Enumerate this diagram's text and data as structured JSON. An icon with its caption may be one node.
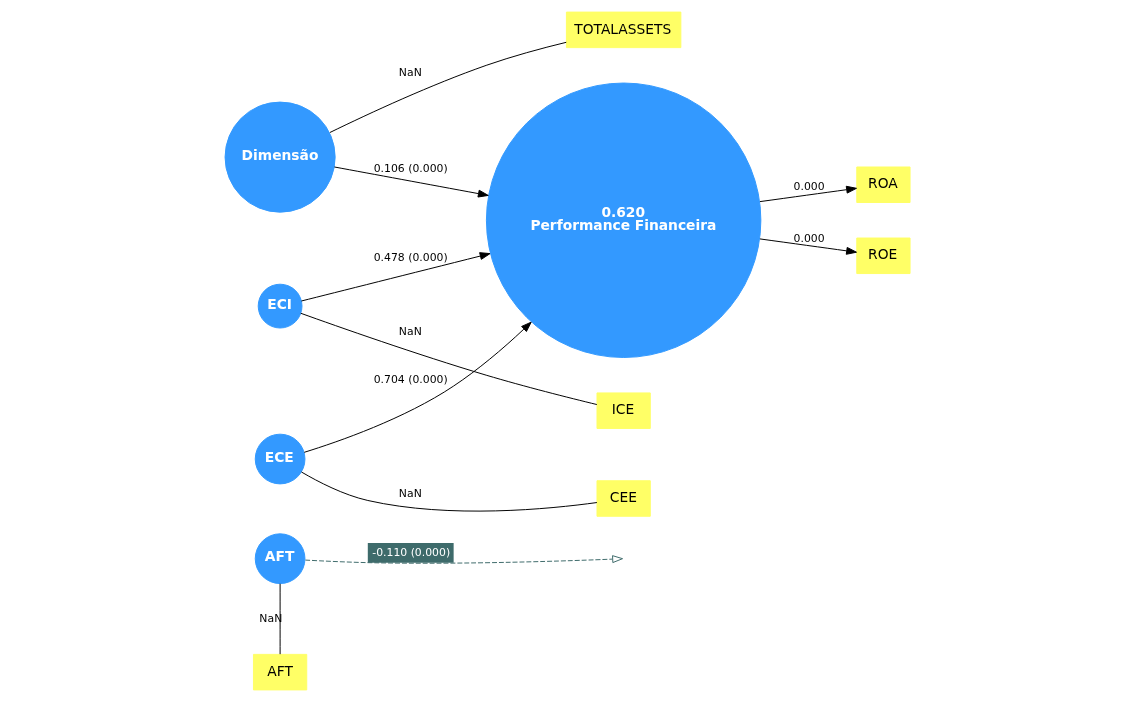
{
  "diagram": {
    "nodes": [
      {
        "text": [
          "AFT"
        ]
      },
      {
        "text": [
          "AFT"
        ]
      },
      {
        "text": [
          "Dimensão"
        ]
      },
      {
        "text": [
          "TOTALASSETS"
        ]
      },
      {
        "text": [
          "ROA"
        ]
      },
      {
        "text": [
          "ICE"
        ]
      },
      {
        "text": [
          "ECI"
        ]
      },
      {
        "text": [
          "0.620",
          "Performance Financeira"
        ]
      },
      {
        "text": [
          "ROE"
        ]
      },
      {
        "text": [
          "CEE"
        ]
      },
      {
        "text": [
          "ECE"
        ]
      }
    ],
    "edges": [
      {
        "from": 1,
        "to": 0,
        "arrow": "none",
        "label": "NaN"
      },
      {
        "from": 2,
        "to": 3,
        "arrow": "none",
        "label": "NaN"
      },
      {
        "from": 6,
        "to": 5,
        "arrow": "none",
        "label": "NaN"
      },
      {
        "from": 10,
        "to": 9,
        "arrow": "none",
        "label": "NaN"
      },
      {
        "from": 2,
        "to": 7,
        "arrow": "to",
        "label": "0.106 (0.000)"
      },
      {
        "from": 6,
        "to": 7,
        "arrow": "to",
        "label": "0.478 (0.000)"
      },
      {
        "from": 10,
        "to": 7,
        "arrow": "to",
        "label": "0.704 (0.000)"
      },
      {
        "from": 1,
        "to": null,
        "arrow": "to",
        "label": "-0.110 (0.000)",
        "style": "dashed",
        "color": "#3e6b6b"
      },
      {
        "from": 7,
        "to": 4,
        "arrow": "to",
        "label": "0.000"
      },
      {
        "from": 7,
        "to": 8,
        "arrow": "to",
        "label": "0.000"
      }
    ]
  }
}
